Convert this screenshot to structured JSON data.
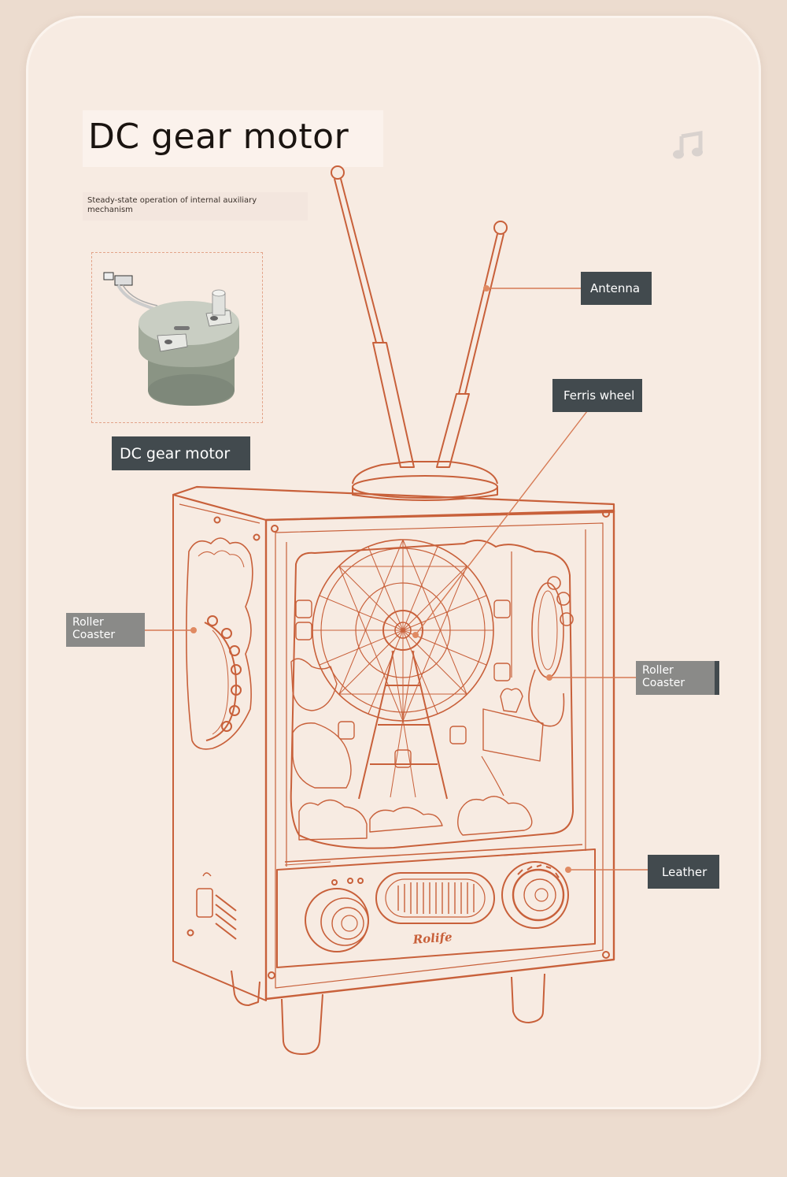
{
  "header": {
    "title": "DC gear motor",
    "subtitle": "Steady-state operation of internal auxiliary mechanism"
  },
  "motor_panel": {
    "label": "DC gear motor"
  },
  "callouts": {
    "antenna": "Antenna",
    "ferris_wheel": "Ferris wheel",
    "roller_coaster_left": "Roller Coaster",
    "roller_coaster_right": "Roller Coaster",
    "leather": "Leather"
  },
  "product": {
    "brand": "Rolife"
  },
  "icons": {
    "top_right": "music-note-icon"
  },
  "colors": {
    "background": "#ecdccf",
    "card": "#f7ebe2",
    "line_art": "#c8603a",
    "label_dark": "#424a4e",
    "label_gray": "#8a8a88"
  }
}
